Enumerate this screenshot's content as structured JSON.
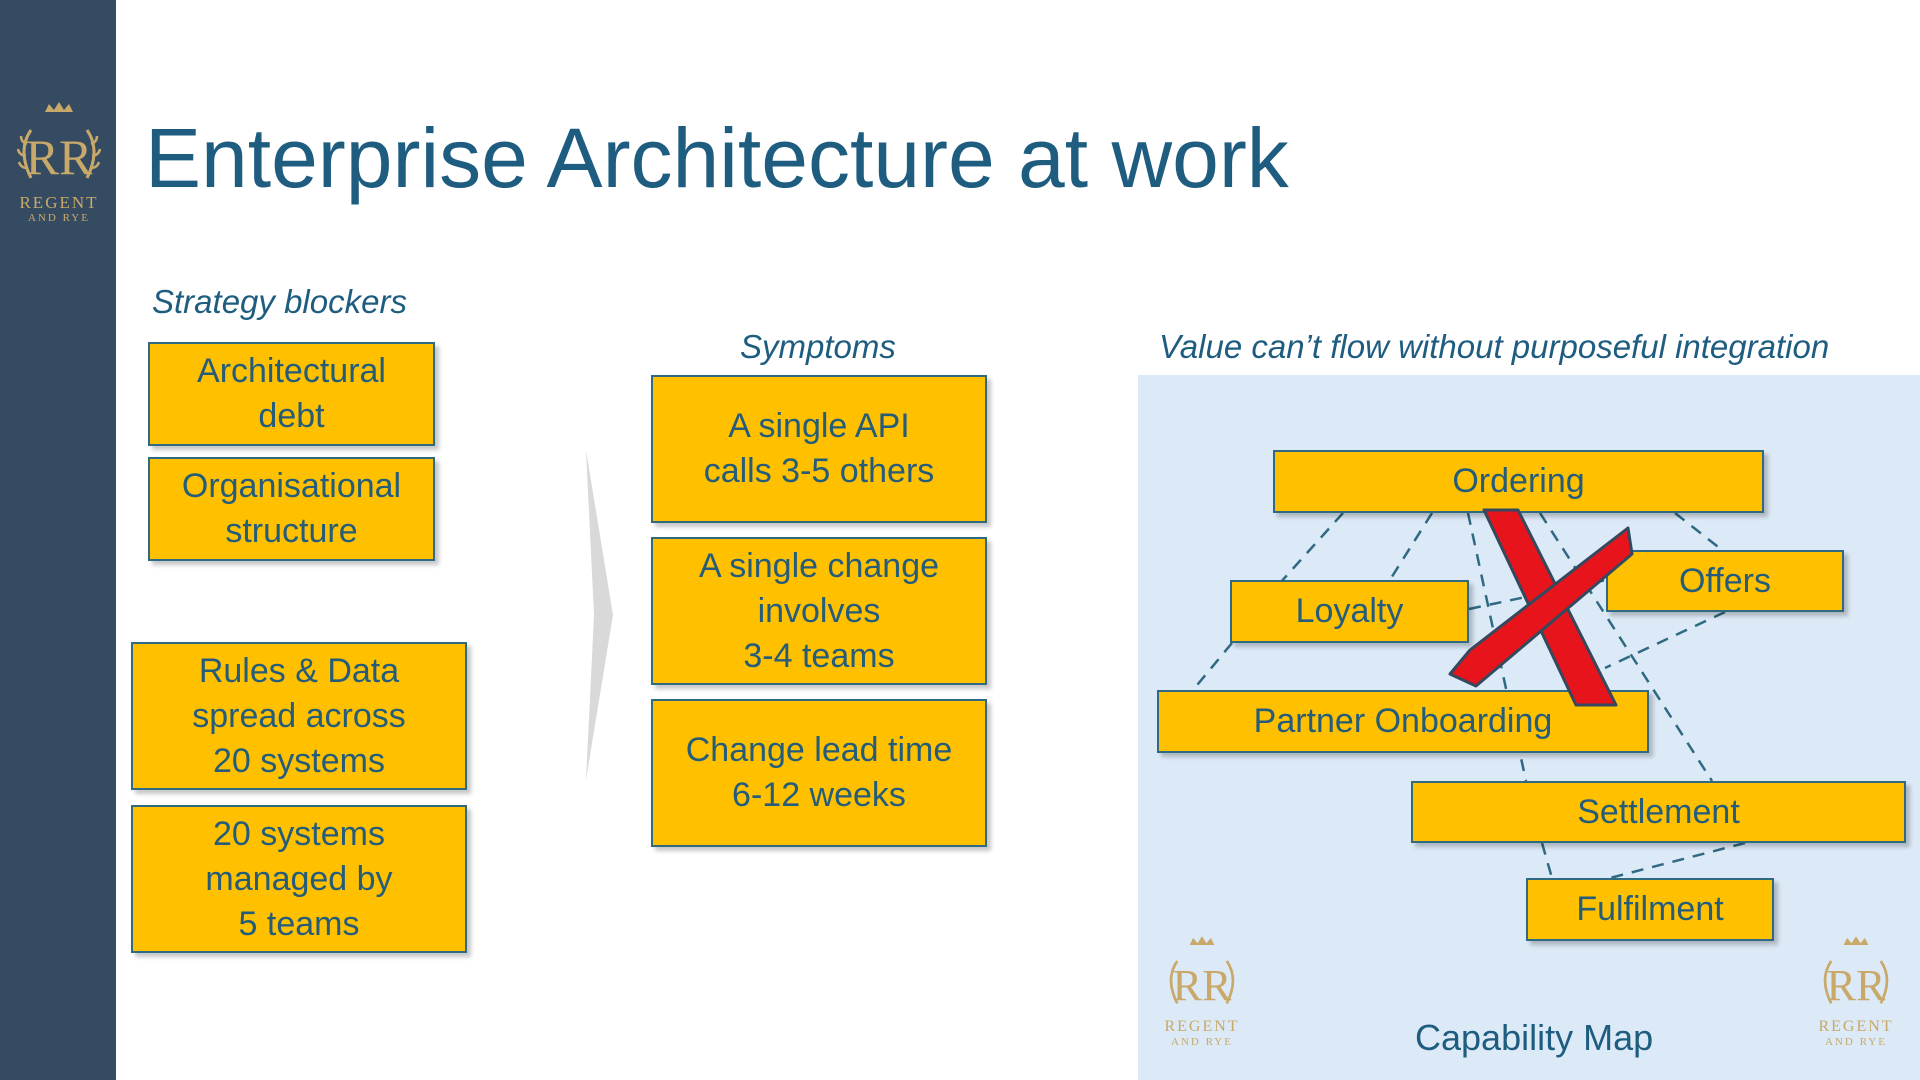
{
  "brand": {
    "name": "REGENT",
    "sub": "AND RYE"
  },
  "title": "Enterprise Architecture at work",
  "blockers": {
    "heading": "Strategy blockers",
    "items": [
      "Architectural\ndebt",
      "Organisational\nstructure",
      "Rules & Data\nspread across\n20 systems",
      "20 systems\nmanaged by\n5 teams"
    ]
  },
  "symptoms": {
    "heading": "Symptoms",
    "items": [
      "A single API\ncalls 3-5 others",
      "A single change\ninvolves\n3-4 teams",
      "Change lead time\n6-12 weeks"
    ]
  },
  "value": {
    "heading": "Value can’t flow without purposeful integration",
    "capabilities": {
      "ordering": "Ordering",
      "offers": "Offers",
      "loyalty": "Loyalty",
      "partner_onboarding": "Partner Onboarding",
      "settlement": "Settlement",
      "fulfilment": "Fulfilment"
    },
    "map_label": "Capability Map"
  },
  "colors": {
    "sidebar": "#354b61",
    "title": "#1e5d80",
    "box_fill": "#ffc000",
    "box_border": "#2f6a82",
    "panel": "#dce9f6",
    "connector": "#2f6a82",
    "cross": "#e8141b",
    "gold": "#c8a96a"
  }
}
